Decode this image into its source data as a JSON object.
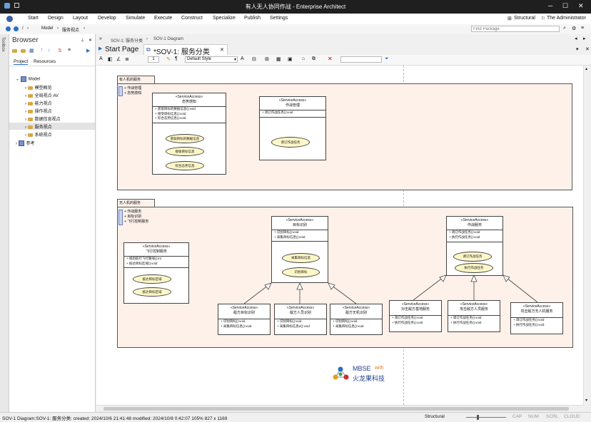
{
  "window": {
    "title": "有人无人协同作战 - Enterprise Architect"
  },
  "menu": [
    "Start",
    "Design",
    "Layout",
    "Develop",
    "Simulate",
    "Execute",
    "Construct",
    "Specialize",
    "Publish",
    "Settings"
  ],
  "ribbon_right": {
    "perspective": "Structural",
    "user": "The Administrator"
  },
  "address": {
    "root": "/",
    "model": "Model",
    "node": "服务视点",
    "search_placeholder": "Find Package"
  },
  "browser": {
    "title": "Browser",
    "tabs": [
      "Project",
      "Resources"
    ],
    "tree": {
      "root": "Model",
      "children": [
        "模型概览",
        "全局视点 AV",
        "能力视点",
        "操作视点",
        "数据信息视点",
        "服务视点",
        "系统视点"
      ],
      "other": "参考"
    },
    "toolbox_label": "Toolbox"
  },
  "doc": {
    "crumb_prefix": "SOV-1: 服务分类",
    "crumb_suffix": "SOV-1 Diagram",
    "tabs": [
      "Start Page",
      "*SOV-1: 服务分类"
    ],
    "style_value": "Default Style",
    "zoom_num": "1"
  },
  "diagram": {
    "pkg1": {
      "name": "有人机的服务",
      "notes": [
        "+ 作战管理",
        "+ 态势感知"
      ]
    },
    "pkg2": {
      "name": "无人机的服务",
      "notes": [
        "+ 作战服务",
        "+ 目标识别",
        "+ 飞行控制服务"
      ]
    },
    "c1": {
      "stereo": "«ServiceAccess»",
      "name": "态势感知",
      "ops": [
        "+ 获取目标的数据信息():void",
        "+ 接受目标信息():void",
        "+ 综合态势信息():void"
      ],
      "ovals": [
        "获取目标的数据信息",
        "接收目标信息",
        "综合态势信息"
      ]
    },
    "c2": {
      "stereo": "«ServiceAccess»",
      "name": "作战管理",
      "ops": [
        "+ 调订作战任务():void"
      ],
      "ovals": [
        "调订作战任务"
      ]
    },
    "c3": {
      "stereo": "«ServiceAccess»",
      "name": "目标识别",
      "ops": [
        "+ 识别目标():void",
        "+ 采集目标信息():void"
      ],
      "ovals": [
        "采集目标信息",
        "识别目标"
      ]
    },
    "c4": {
      "stereo": "«ServiceAccess»",
      "name": "作战服务",
      "ops": [
        "+ 调订作战任务():void",
        "+ 执行作战任务():void"
      ],
      "ovals": [
        "调订作战任务",
        "执行作战任务"
      ]
    },
    "c5": {
      "stereo": "«ServiceAccess»",
      "name": "飞行控制服务",
      "ops": [
        "+ 规划航行飞行路线():int",
        "+ 抵达目标区域():void"
      ],
      "ovals": [
        "抵达目标区域",
        "抵达目标区域"
      ]
    },
    "c6": {
      "stereo": "«ServiceAccess»",
      "name": "敌方目标识别",
      "ops": [
        "+ 识别目标():void",
        "+ 采集目标信息():void"
      ]
    },
    "c7": {
      "stereo": "«ServiceAccess»",
      "name": "敌方人员识别",
      "ops": [
        "+ 识别目标():void",
        "+ 采集目标信息2():void"
      ]
    },
    "c8": {
      "stereo": "«ServiceAccess»",
      "name": "敌方无机识别",
      "ops": [
        "+ 识别目标():void",
        "+ 采集目标信息():void"
      ]
    },
    "c9": {
      "stereo": "«ServiceAccess»",
      "name": "对击敌方基地服务",
      "ops": [
        "+ 调订作战任务():void",
        "+ 执行作战任务():void"
      ]
    },
    "c10": {
      "stereo": "«ServiceAccess»",
      "name": "攻击敌方人员服务",
      "ops": [
        "+ 调订作战任务():void",
        "+ 执行作战任务():void"
      ]
    },
    "c11": {
      "stereo": "«ServiceAccess»",
      "name": "攻击敌方无人机服务",
      "ops": [
        "+ 调订作战任务():void",
        "+ 执行作战任务():void"
      ]
    },
    "logo": {
      "text1": "MBSE",
      "text2": "with",
      "text3": "火龙果科技"
    }
  },
  "status": {
    "left": "SOV-1 Diagram:SOV-1: 服务分类:  created: 2024/10/6 21:41:48  modified: 2024/10/8 0:42:07   105%   827 x 1169",
    "perspective": "Structural",
    "keys": [
      "CAP",
      "NUM",
      "SCRL",
      "CLOUD"
    ]
  },
  "colors": {
    "package_fill": "#fdf1ea",
    "oval_fill": "#fdf7c8",
    "titlebar": "#1f1f1f"
  }
}
